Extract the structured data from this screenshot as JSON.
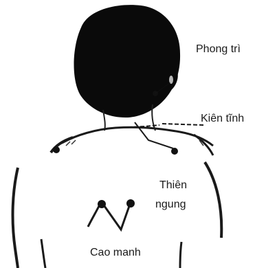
{
  "labels": {
    "phong_tri": "Phong trì",
    "kien_tinh": "Kiên tĩnh",
    "thien_ngung_line1": "Thiên",
    "thien_ngung_line2": "ngung",
    "cao_manh": "Cao manh"
  },
  "colors": {
    "ink": "#111111",
    "background": "#ffffff"
  }
}
